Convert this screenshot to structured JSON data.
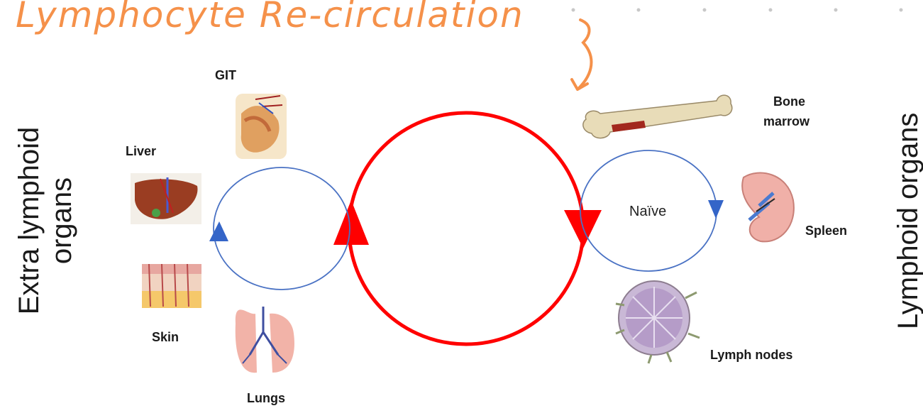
{
  "annotation": {
    "text": "Lymphocyte Re-circulation",
    "color": "#f5914a"
  },
  "labels": {
    "extra_lymphoid_line1": "Extra lymphoid",
    "extra_lymphoid_line2": "organs",
    "lymphoid_organs": "Lymphoid organs",
    "naive": "Naïve"
  },
  "organs": {
    "git": "GIT",
    "liver": "Liver",
    "skin": "Skin",
    "lungs": "Lungs",
    "bone_marrow_line1": "Bone",
    "bone_marrow_line2": "marrow",
    "spleen": "Spleen",
    "lymph_nodes": "Lymph nodes"
  },
  "colors": {
    "main_cycle": "#ff0000",
    "small_cycles": "#4a72c4",
    "small_arrows": "#3465c8"
  }
}
